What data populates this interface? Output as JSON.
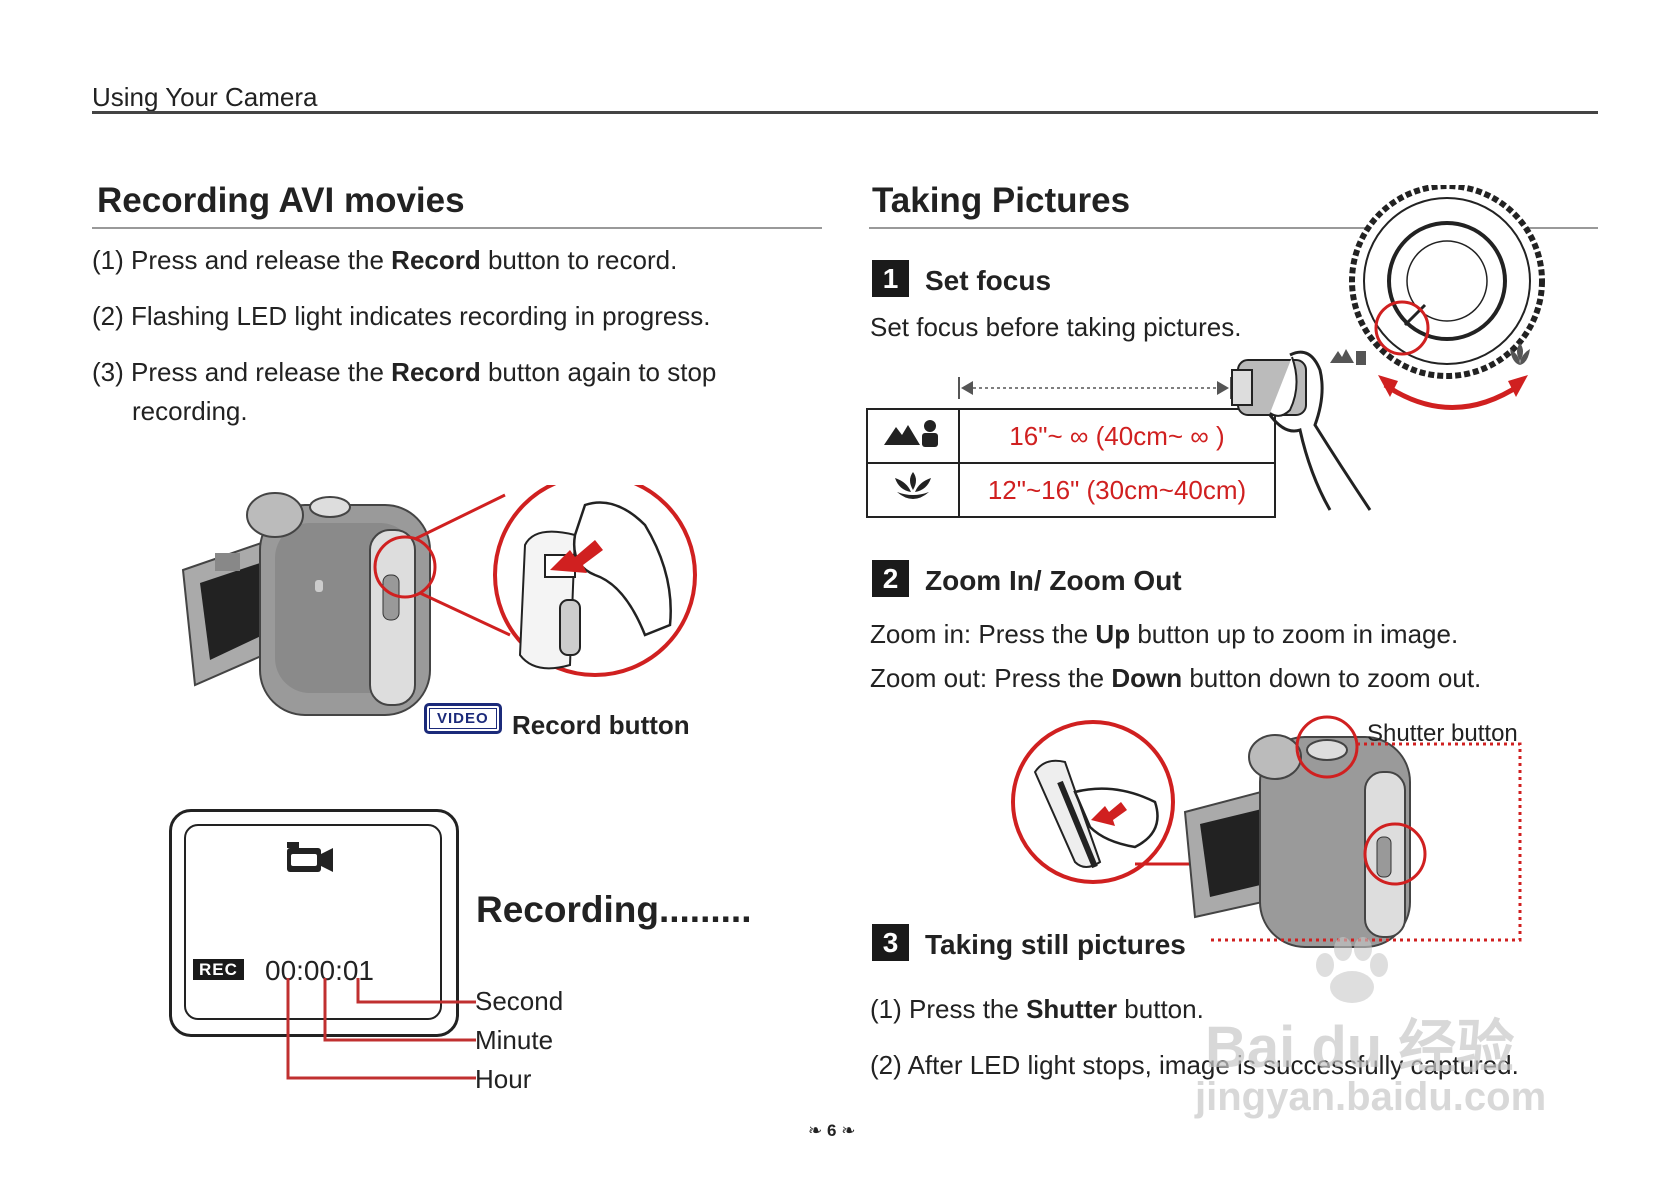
{
  "header": {
    "title": "Using Your Camera"
  },
  "left": {
    "title": "Recording AVI movies",
    "steps": [
      {
        "num": "(1)",
        "pre": "Press and release the ",
        "bold": "Record",
        "post": " button to record."
      },
      {
        "num": "(2)",
        "text": "Flashing LED light indicates recording in progress."
      },
      {
        "num": "(3)",
        "pre": "Press and release the ",
        "bold": "Record",
        "post": " button again to stop",
        "cont": "recording."
      }
    ],
    "video_badge": "VIDEO",
    "record_button_label": "Record button",
    "lcd": {
      "rec_badge": "REC",
      "time": "00:00:01"
    },
    "recording_label": "Recording.........",
    "time_labels": {
      "second": "Second",
      "minute": "Minute",
      "hour": "Hour"
    }
  },
  "right": {
    "title": "Taking Pictures",
    "step1": {
      "num": "1",
      "title": "Set focus",
      "desc": "Set focus before taking pictures.",
      "table": [
        {
          "icon": "landscape-portrait-icon",
          "value": "16\"~ ∞ (40cm~ ∞ )"
        },
        {
          "icon": "macro-flower-icon",
          "value": "12\"~16\" (30cm~40cm)"
        }
      ]
    },
    "step2": {
      "num": "2",
      "title": "Zoom In/ Zoom Out",
      "zoom_in": {
        "pre": "Zoom in: Press the ",
        "bold": "Up",
        "post": " button up to zoom in image."
      },
      "zoom_out": {
        "pre": "Zoom out: Press the ",
        "bold": "Down",
        "post": " button down to zoom out."
      }
    },
    "shutter_label": "Shutter button",
    "step3": {
      "num": "3",
      "title": "Taking still pictures",
      "items": [
        {
          "num": "(1)",
          "pre": "Press the ",
          "bold": "Shutter",
          "post": " button."
        },
        {
          "num": "(2)",
          "text": "After LED light stops, image is successfully captured."
        }
      ]
    }
  },
  "footer": {
    "page_number": "6"
  },
  "watermark": {
    "brand": "Bai du 经验",
    "url": "jingyan.baidu.com"
  },
  "colors": {
    "accent_red": "#d02020",
    "text": "#222222",
    "video_blue": "#1b2a7a"
  }
}
